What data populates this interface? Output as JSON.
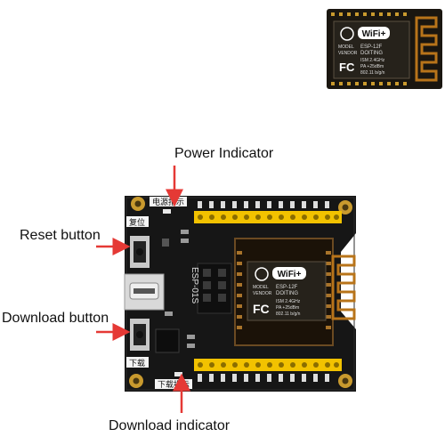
{
  "labels": {
    "power_indicator": "Power Indicator",
    "reset_button": "Reset button",
    "download_button": "Download button",
    "download_indicator": "Download indicator"
  },
  "board": {
    "model_label": "ESP-01S",
    "power_cn": "电源指示",
    "reset_cn": "复位",
    "download_cn": "下载",
    "download_indicator_cn": "下载指示"
  },
  "module": {
    "brand_badge": "WiFi+",
    "model_top": "ESP-12F",
    "model_sub": "DOITING",
    "fc_mark": "FC",
    "spec_line1": "ISM  2.4GHz",
    "spec_line2": "PA  +25dBm",
    "spec_line3": "802.11 b/g/n",
    "model_key": "MODEL",
    "vendor_key": "VENDOR"
  },
  "colors": {
    "board": "#161616",
    "pin_header": "#f2c200",
    "arrow": "#e53935",
    "gold": "#c99a2e",
    "module": "#1e1a14",
    "antenna": "#b8741a"
  }
}
